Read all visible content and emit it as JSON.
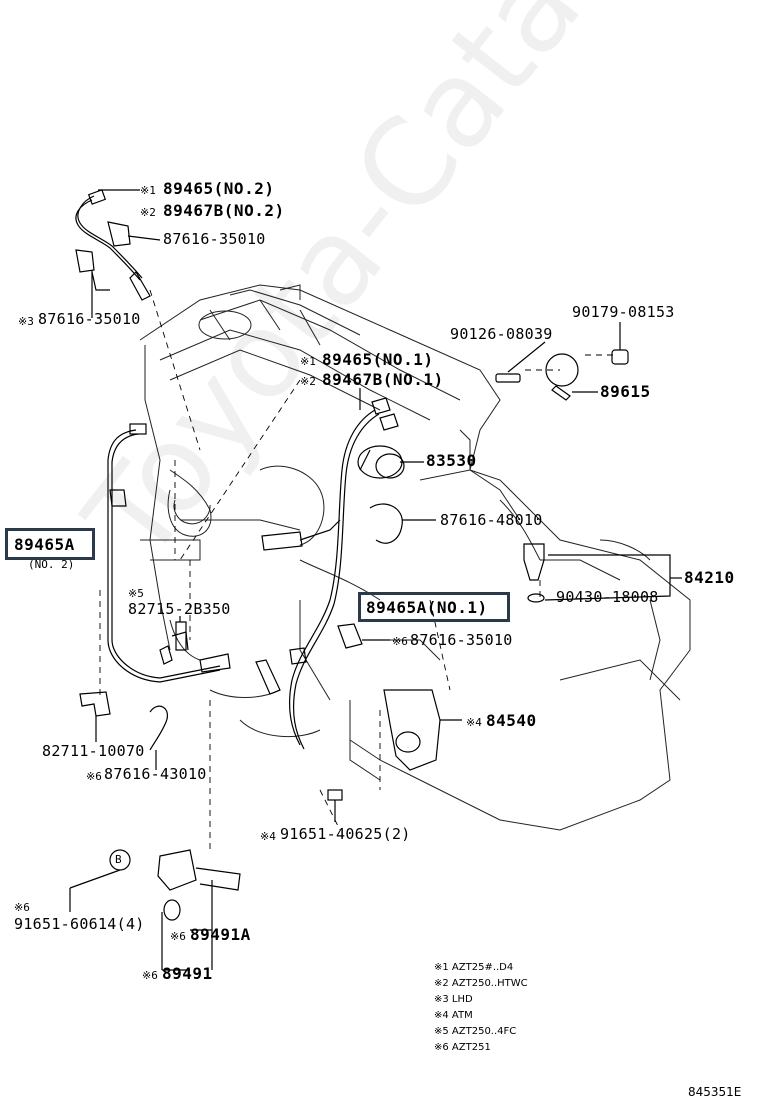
{
  "watermark": "Toyota-Catalog.ru",
  "labels": {
    "l1_mark": "※1",
    "l1_text": "89465(NO.2)",
    "l2_mark": "※2",
    "l2_text": "89467B(NO.2)",
    "l3_text": "87616-35010",
    "l4_mark": "※3",
    "l4_text": "87616-35010",
    "l5_text": "90179-08153",
    "l6_text": "90126-08039",
    "l7_mark": "※1",
    "l7_text": "89465(NO.1)",
    "l8_mark": "※2",
    "l8_text": "89467B(NO.1)",
    "l9_text": "89615",
    "l10_text": "83530",
    "l11_text": "87616-48010",
    "l12_text": "89465A",
    "l12_sub": "(NO. 2)",
    "l13_text": "84210",
    "l14_text": "90430-18008",
    "l15_mark": "※5",
    "l15_text": "82715-2B350",
    "l16_text": "89465A(NO.1)",
    "l17_mark": "※6",
    "l17_text": "87616-35010",
    "l18_mark": "※4",
    "l18_text": "84540",
    "l19_text": "82711-10070",
    "l20_mark": "※6",
    "l20_text": "87616-43010",
    "l21_mark": "※4",
    "l21_text": "91651-40625(2)",
    "l22_letter": "B",
    "l23_mark": "※6",
    "l23_text": "91651-60614(4)",
    "l24_mark": "※6",
    "l24_text": "89491A",
    "l25_mark": "※6",
    "l25_text": "89491"
  },
  "notes": [
    "※1  AZT25#..D4",
    "※2  AZT250..HTWC",
    "※3  LHD",
    "※4  ATM",
    "※5  AZT250..4FC",
    "※6  AZT251"
  ],
  "figure_id": "845351E"
}
